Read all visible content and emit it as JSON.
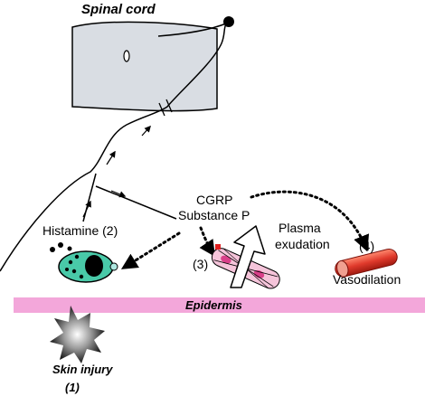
{
  "labels": {
    "spinal_cord": "Spinal cord",
    "epidermis": "Epidermis",
    "skin_injury": "Skin injury",
    "skin_injury_step": "(1)",
    "histamine": "Histamine (2)",
    "cgrp": "CGRP",
    "substance_p": "Substance P",
    "plasma": "Plasma",
    "exudation": "exudation",
    "step3": "(3)",
    "step4": "(4)",
    "vasodilation": "Vasodilation"
  },
  "colors": {
    "spinal_cord": "#d9dde3",
    "epidermis": "#f3a7da",
    "mast_cell": "#49c9a8",
    "vessel": "#e03a2c",
    "lines": "#000000"
  }
}
